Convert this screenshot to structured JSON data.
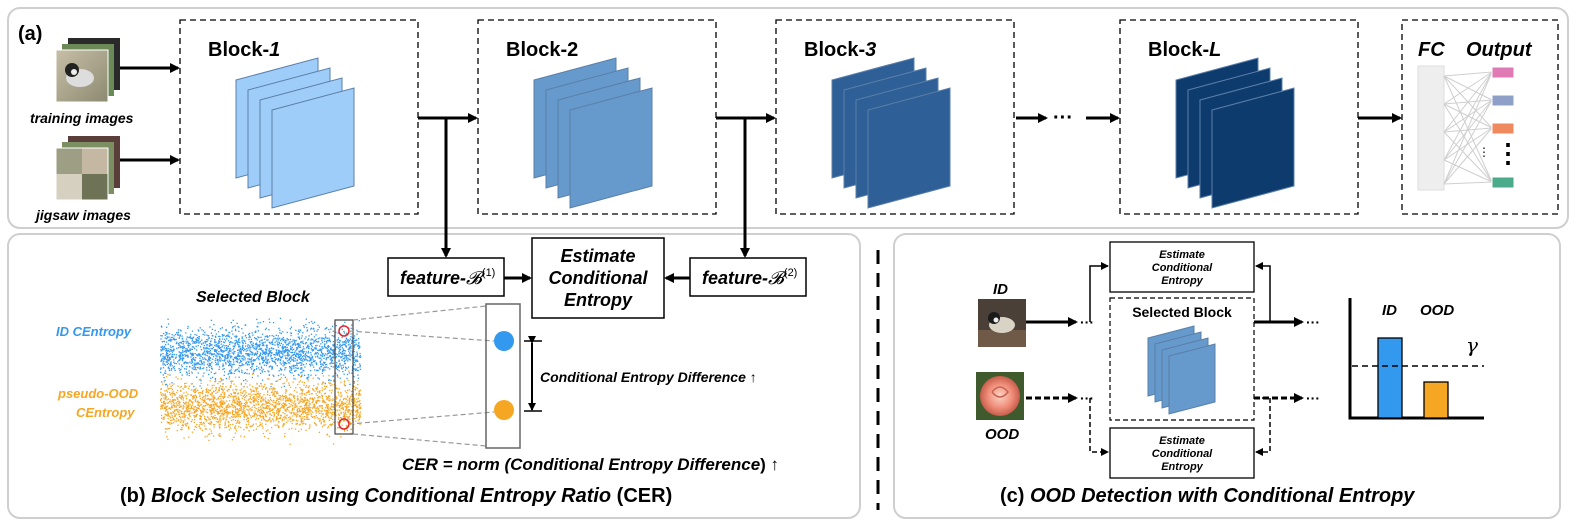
{
  "panel_a": {
    "label": "(a)",
    "training_label": "training images",
    "jigsaw_label": "jigsaw images",
    "blocks": [
      {
        "prefix": "Block-",
        "suffix": "1"
      },
      {
        "prefix": "Block-2",
        "suffix": ""
      },
      {
        "prefix": "Block-",
        "suffix": "3"
      },
      {
        "prefix": "Block-",
        "suffix": "L"
      }
    ],
    "block_colors": [
      "#9fcdfa",
      "#6699cc",
      "#2e5f96",
      "#0d3b6e"
    ],
    "ellipsis": "···",
    "fc_label": "FC",
    "output_label": "Output",
    "output_colors": [
      "#e07ab5",
      "#8fa0c8",
      "#ef8a5e",
      "#49ab8a"
    ],
    "output_ellipsis": "⋮"
  },
  "panel_b": {
    "feature1": {
      "prefix": "feature-",
      "math": "𝓑",
      "sup": "(1)"
    },
    "feature2": {
      "prefix": "feature-",
      "math": "𝓑",
      "sup": "(2)"
    },
    "estimate": [
      "Estimate",
      "Conditional",
      "Entropy"
    ],
    "selected_block": "Selected Block",
    "id_centropy": "ID CEntropy",
    "pseudo_ood": [
      "pseudo-OOD",
      "CEntropy"
    ],
    "id_color": "#3399ee",
    "ood_color": "#f5a623",
    "difference": "Conditional Entropy Difference ↑",
    "cer_prefix": "CER = norm (",
    "cer_italic": "Conditional Entropy Difference",
    "cer_suffix": ") ↑",
    "caption_prefix": "(b) ",
    "caption_italic": "Block Selection using Conditional Entropy Ratio",
    "caption_suffix": " (CER)"
  },
  "panel_c": {
    "id_label": "ID",
    "ood_label": "OOD",
    "estimate_top": [
      "Estimate",
      "Conditional",
      "Entropy"
    ],
    "estimate_bottom": [
      "Estimate",
      "Conditional",
      "Entropy"
    ],
    "selected_block": "Selected Block",
    "bar_id_label": "ID",
    "bar_ood_label": "OOD",
    "gamma": "γ",
    "bar_colors": {
      "id": "#3399ee",
      "ood": "#f5a623"
    },
    "caption_prefix": "(c) ",
    "caption_italic": "OOD Detection with Conditional Entropy"
  }
}
